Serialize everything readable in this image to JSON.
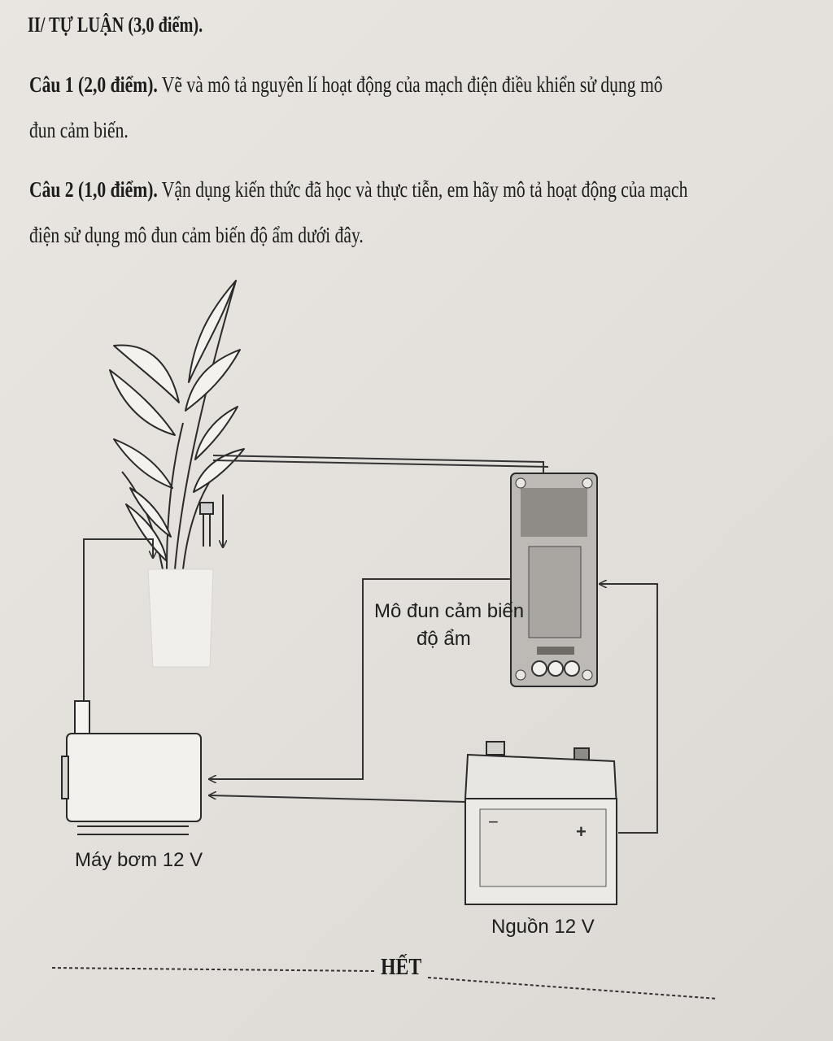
{
  "heading": "II/ TỰ LUẬN (3,0 điểm).",
  "questions": [
    {
      "label": "Câu 1 (2,0 điểm).",
      "line1": " Vẽ và mô tả nguyên lí hoạt động của mạch điện điều khiển sử dụng mô",
      "line2": "đun cảm biến."
    },
    {
      "label": "Câu 2 (1,0 điểm).",
      "line1": " Vận dụng kiến thức đã học và thực tiễn, em hãy mô tả hoạt động của mạch",
      "line2": "điện sử dụng mô đun cảm biến độ ẩm dưới đây."
    }
  ],
  "diagram": {
    "sensor_label_line1": "Mô đun cảm biến",
    "sensor_label_line2": "độ ẩm",
    "pump_label": "Máy bơm 12 V",
    "source_label": "Nguồn 12 V",
    "battery_minus": "−",
    "battery_plus": "+"
  },
  "footer": {
    "end_text": "HẾT"
  }
}
